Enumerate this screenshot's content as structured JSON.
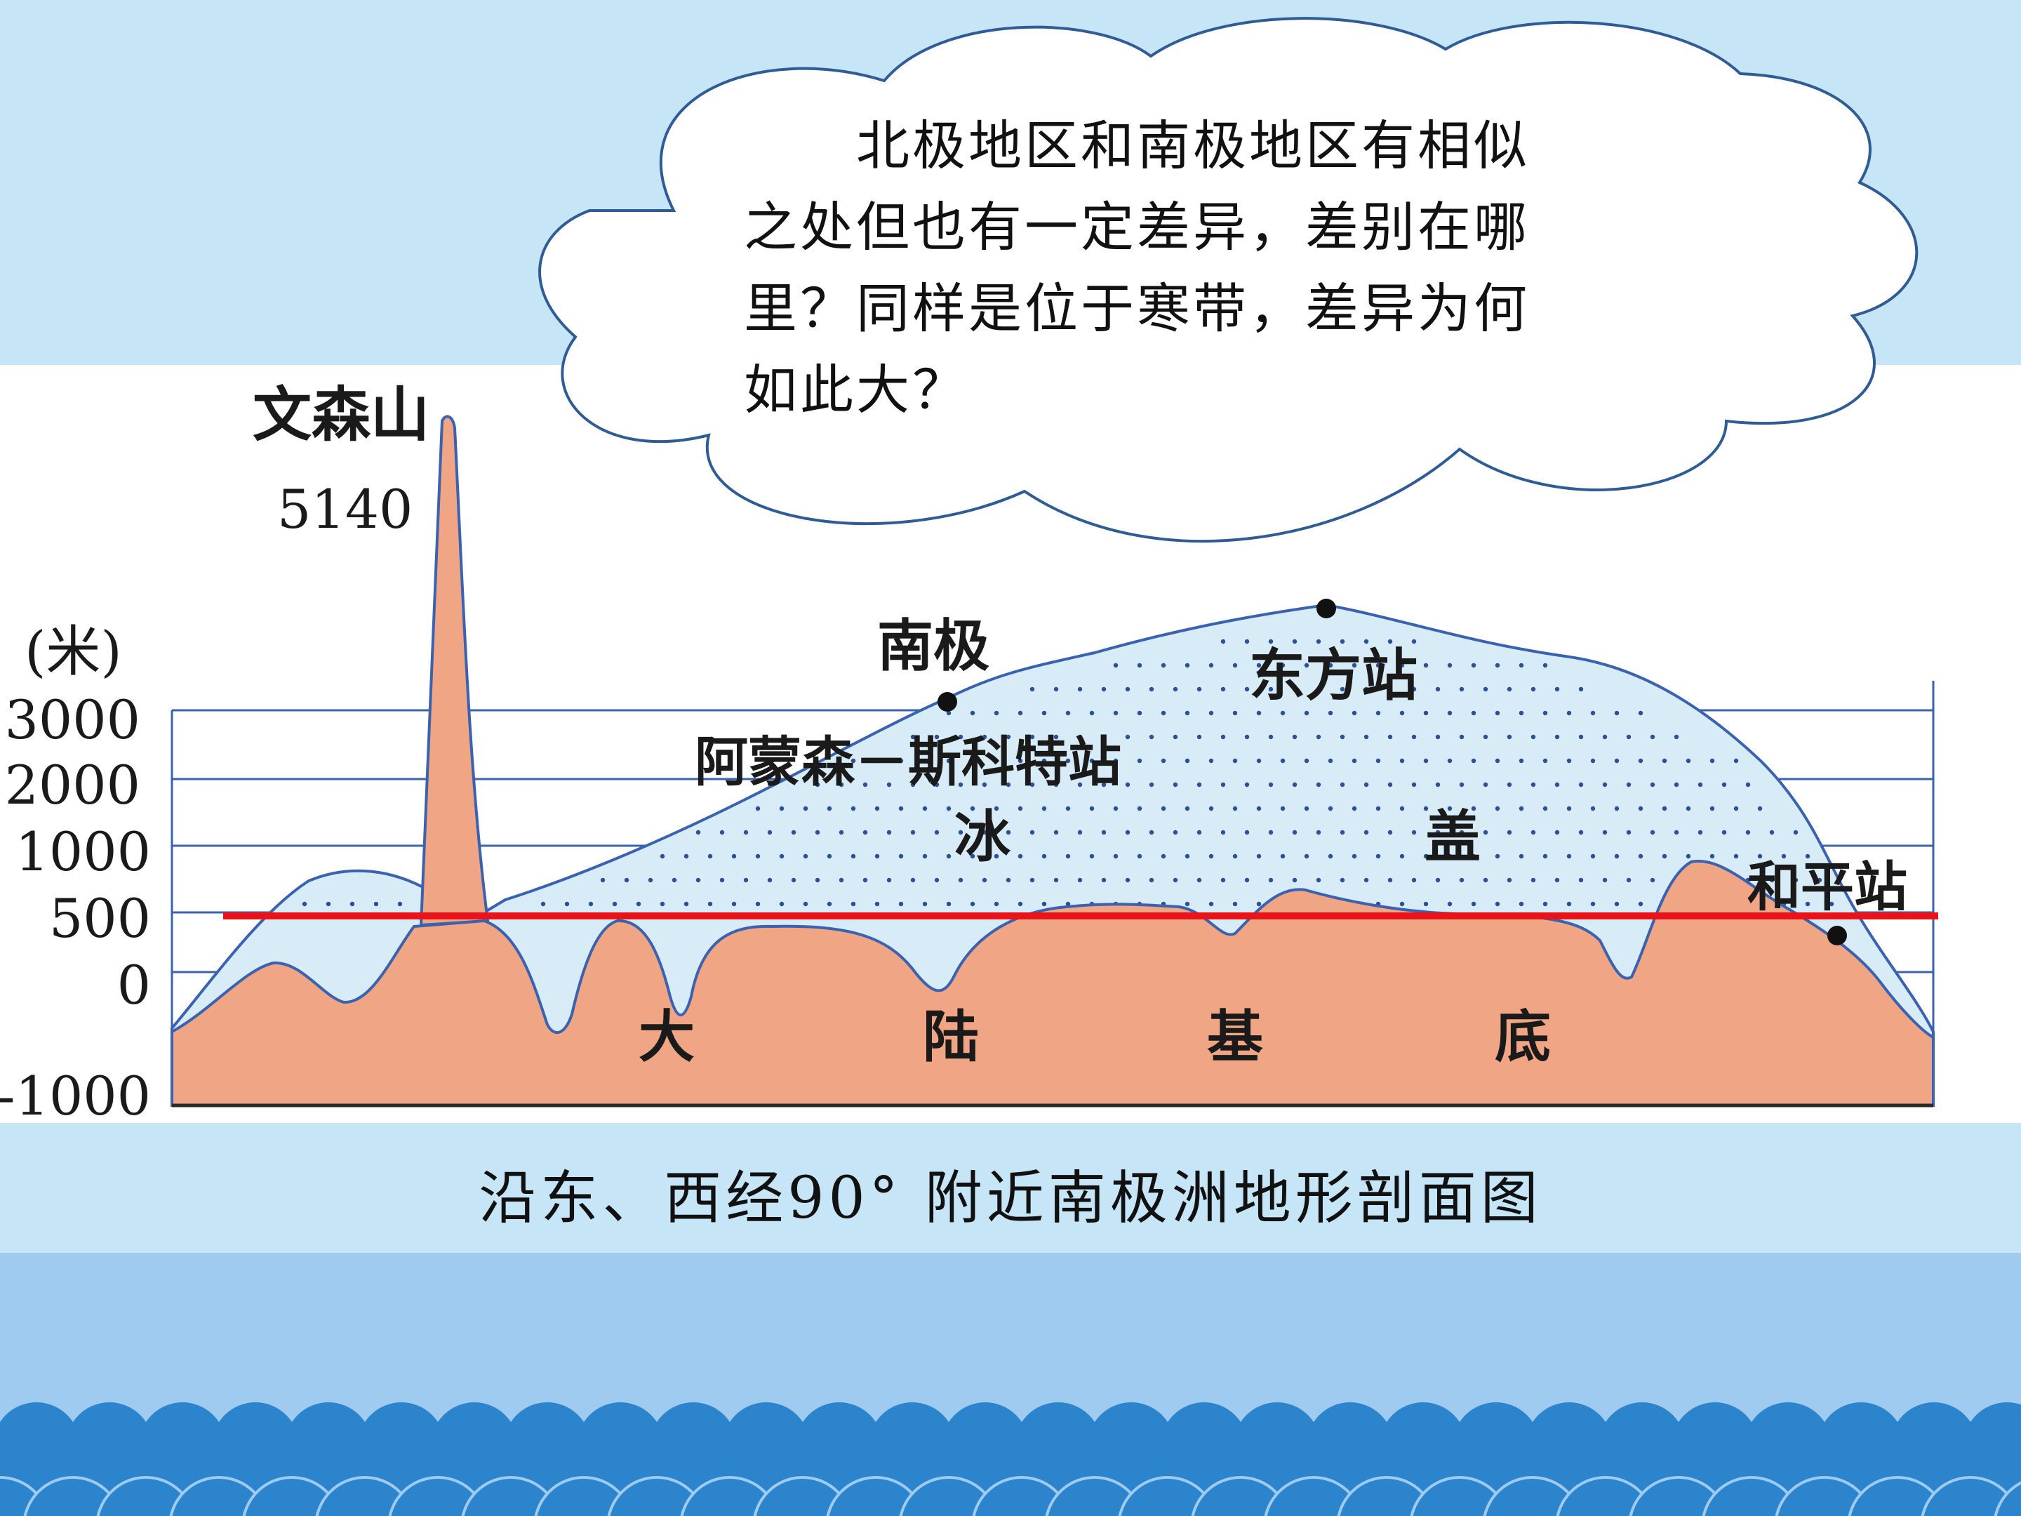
{
  "cloud": {
    "lines": [
      "　　北极地区和南极地区有相似",
      "之处但也有一定差异，差别在哪",
      "里？同样是位于寒带，差异为何",
      "如此大？"
    ]
  },
  "profile": {
    "y_unit": "(米)",
    "y_ticks": [
      "3000",
      "2000",
      "1000",
      "500",
      "0",
      "-1000"
    ],
    "peak_name": "文森山",
    "peak_elevation": "5140",
    "south_pole": "南极",
    "station_amundsen_scott": "阿蒙森－斯科特站",
    "station_vostok": "东方站",
    "station_mirny": "和平站",
    "ice_label_1": "冰",
    "ice_label_2": "盖",
    "bedrock_labels": [
      "大",
      "陆",
      "基",
      "底"
    ]
  },
  "caption": "沿东、西经90° 附近南极洲地形剖面图",
  "colors": {
    "ice_fill": "#d7ecf7",
    "bedrock_fill": "#f0a684",
    "outline": "#3a62b0",
    "reference_line": "#e8141a",
    "scallop": "#2b84cc"
  }
}
